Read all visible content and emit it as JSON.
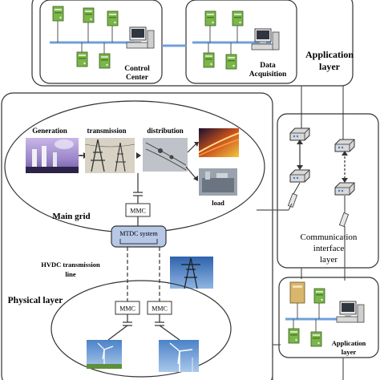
{
  "labels": {
    "control_center_line1": "Control",
    "control_center_line2": "Center",
    "data_acq_line1": "Data",
    "data_acq_line2": "Acquisition",
    "app_layer_top_line1": "Application",
    "app_layer_top_line2": "layer",
    "generation": "Generation",
    "transmission": "transmission",
    "distribution": "distribution",
    "load": "load",
    "mmc_main": "MMC",
    "main_grid": "Main grid",
    "mtdc": "MTDC system",
    "hvdc_line1": "HVDC transmission",
    "hvdc_line2": "line",
    "physical_layer": "Physical layer",
    "mmc_left": "MMC",
    "mmc_right": "MMC",
    "comm_line1": "Communication",
    "comm_line2": "interface",
    "comm_line3": "layer",
    "app_layer_bottom_line1": "Application",
    "app_layer_bottom_line2": "layer"
  },
  "colors": {
    "network_bus": "#6fa0d8",
    "server_green": "#7ab648",
    "mtdc_fill": "#b7c7e6",
    "photo_sky": "#3a6fb6"
  },
  "icons": [
    "server-icon",
    "computer-icon",
    "router-icon",
    "power-tower-icon",
    "wind-turbine-icon"
  ]
}
